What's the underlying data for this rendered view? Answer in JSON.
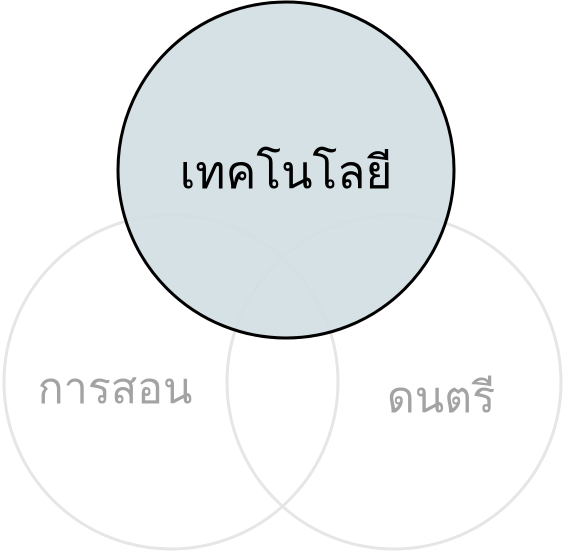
{
  "diagram": {
    "type": "venn",
    "highlighted": {
      "label": "เทคโนโลยี",
      "fill_color": "#d1dee2",
      "stroke_color": "#000000",
      "text_color": "#000000"
    },
    "others": [
      {
        "label": "การสอน",
        "stroke_color": "#e6e6e6",
        "text_color": "#a3a3a3"
      },
      {
        "label": "ดนตรี",
        "stroke_color": "#e6e6e6",
        "text_color": "#a3a3a3"
      }
    ]
  }
}
